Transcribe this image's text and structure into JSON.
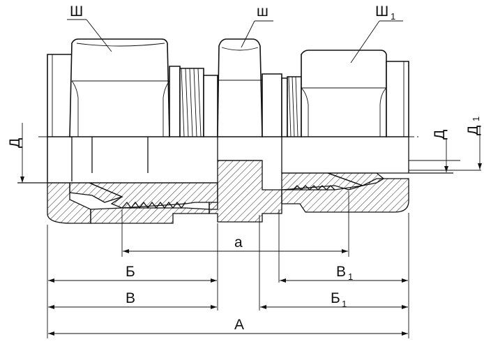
{
  "labels": {
    "sh_big": "Ш",
    "sh_small": "ш",
    "sh_big_1": "Ш",
    "sh_big_1_sub": "1",
    "d_left": "Д",
    "d_right": "Д",
    "d1_right": "Д",
    "d1_right_sub": "1",
    "a": "а",
    "b": "Б",
    "v": "В",
    "v1": "В",
    "v1_sub": "1",
    "b1": "Б",
    "b1_sub": "1",
    "total": "А"
  }
}
